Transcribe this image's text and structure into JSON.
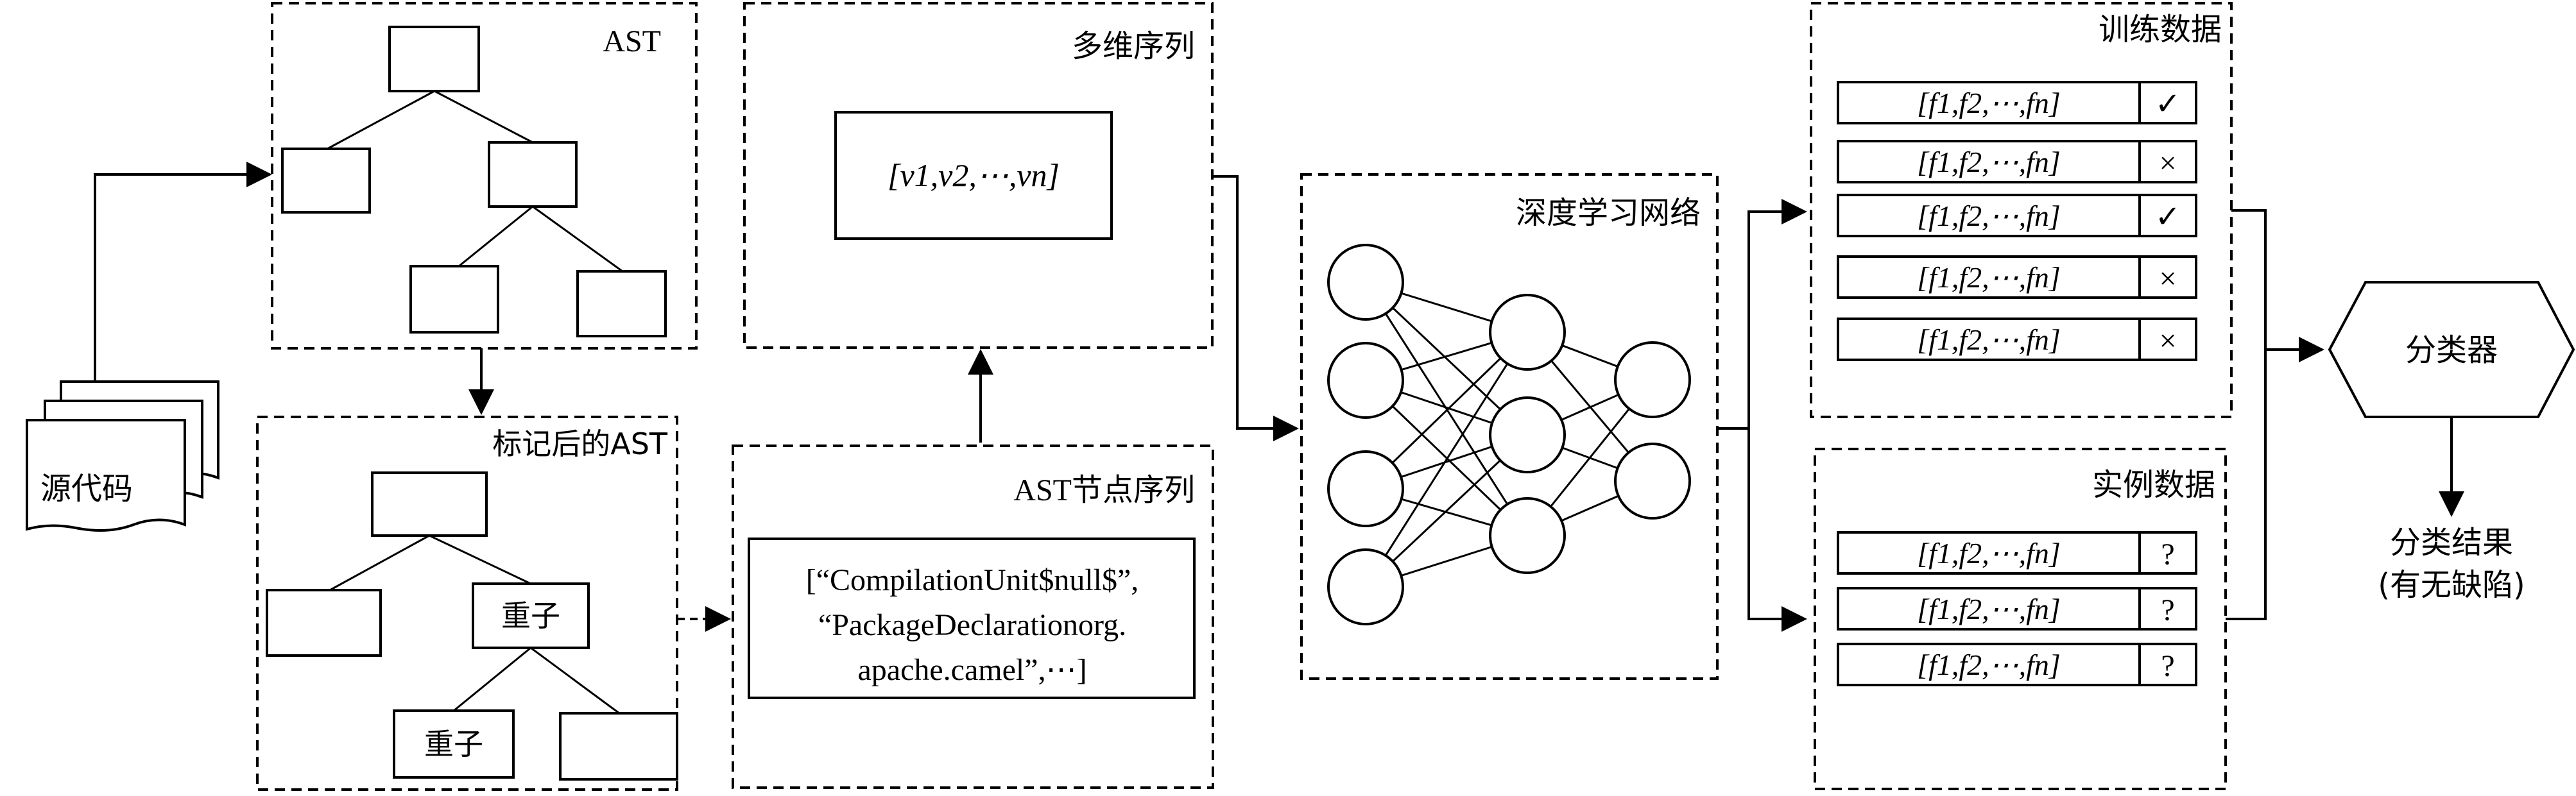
{
  "source": {
    "label": "源代码"
  },
  "ast_panel": {
    "title": "AST"
  },
  "marked_ast_panel": {
    "title": "标记后的AST",
    "node_label": "重子"
  },
  "multi_seq_panel": {
    "title": "多维序列",
    "vector": "[v1,v2,⋯,vn]"
  },
  "node_seq_panel": {
    "title": "AST节点序列",
    "line1": "[“CompilationUnit$null$”,",
    "line2": "“PackageDeclarationorg.",
    "line3": "apache.camel”,⋯]"
  },
  "deep_net": {
    "title": "深度学习网络"
  },
  "training": {
    "title": "训练数据",
    "rows": [
      {
        "features": "[f1,f2,⋯,fn]",
        "label": "✓"
      },
      {
        "features": "[f1,f2,⋯,fn]",
        "label": "×"
      },
      {
        "features": "[f1,f2,⋯,fn]",
        "label": "✓"
      },
      {
        "features": "[f1,f2,⋯,fn]",
        "label": "×"
      },
      {
        "features": "[f1,f2,⋯,fn]",
        "label": "×"
      }
    ]
  },
  "instance": {
    "title": "实例数据",
    "rows": [
      {
        "features": "[f1,f2,⋯,fn]",
        "label": "?"
      },
      {
        "features": "[f1,f2,⋯,fn]",
        "label": "?"
      },
      {
        "features": "[f1,f2,⋯,fn]",
        "label": "?"
      }
    ]
  },
  "classifier": {
    "label": "分类器"
  },
  "result": {
    "line1": "分类结果",
    "line2": "(有无缺陷)"
  }
}
